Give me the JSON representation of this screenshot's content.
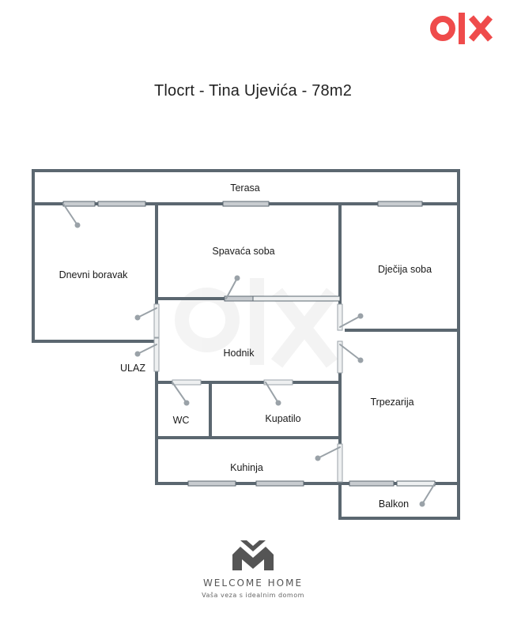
{
  "title": "Tlocrt - Tina Ujevića - 78m2",
  "logo": {
    "text": "olx",
    "color": "#ef4b4b"
  },
  "rooms": {
    "terasa": "Terasa",
    "dnevni_boravak": "Dnevni boravak",
    "spavaca_soba": "Spavaća soba",
    "djecija_soba": "Dječija soba",
    "hodnik": "Hodnik",
    "ulaz": "ULAZ",
    "wc": "WC",
    "kupatilo": "Kupatilo",
    "trpezarija": "Trpezarija",
    "kuhinja": "Kuhinja",
    "balkon": "Balkon"
  },
  "brand": {
    "name": "WELCOME HOME",
    "tagline": "Vaša veza s idealnim domom",
    "color": "#555555"
  },
  "colors": {
    "wall": "#5b6770",
    "window": "#c8ccd0",
    "door": "#9aa2a8"
  }
}
